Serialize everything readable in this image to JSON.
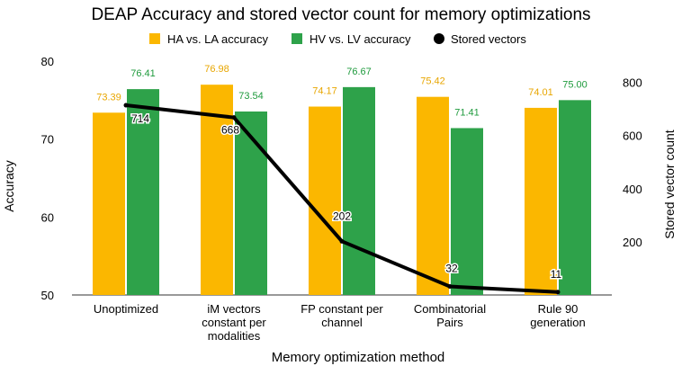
{
  "chart_data": {
    "type": "bar",
    "title": "DEAP Accuracy and stored vector count for memory optimizations",
    "xlabel": "Memory optimization method",
    "ylabel": "Accuracy",
    "y2label": "Stored vector count",
    "categories": [
      [
        "Unoptimized"
      ],
      [
        "iM vectors",
        "constant per",
        "modalities"
      ],
      [
        "FP constant per",
        "channel"
      ],
      [
        "Combinatorial",
        "Pairs"
      ],
      [
        "Rule 90",
        "generation"
      ]
    ],
    "ylim": [
      50,
      80
    ],
    "yticks": [
      "50",
      "60",
      "70",
      "80"
    ],
    "y2lim": [
      0,
      880
    ],
    "y2ticks": [
      "200",
      "400",
      "600",
      "800"
    ],
    "grid": false,
    "legend_position": "top",
    "series": [
      {
        "name": "HA vs. LA accuracy",
        "kind": "bar",
        "axis": "left",
        "color": "#FBB700",
        "label_color": "#E8A600",
        "values": [
          73.39,
          76.98,
          74.17,
          75.42,
          74.01
        ],
        "labels": [
          "73.39",
          "76.98",
          "74.17",
          "75.42",
          "74.01"
        ]
      },
      {
        "name": "HV vs. LV accuracy",
        "kind": "bar",
        "axis": "left",
        "color": "#2EA24A",
        "label_color": "#1E9A3C",
        "values": [
          76.41,
          73.54,
          76.67,
          71.41,
          75.0
        ],
        "labels": [
          "76.41",
          "73.54",
          "76.67",
          "71.41",
          "75.00"
        ]
      },
      {
        "name": "Stored vectors",
        "kind": "line",
        "axis": "right",
        "color": "#000000",
        "values": [
          714,
          668,
          202,
          32,
          11
        ],
        "labels": [
          "714",
          "668",
          "202",
          "32",
          "11"
        ]
      }
    ]
  }
}
